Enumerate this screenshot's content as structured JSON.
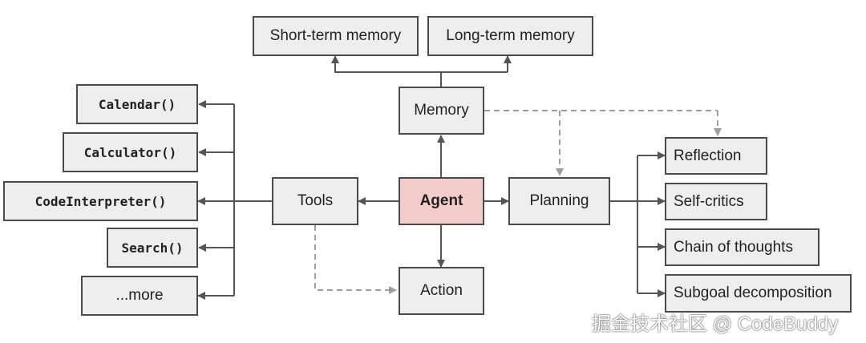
{
  "nodes": {
    "short_term_memory": "Short-term memory",
    "long_term_memory": "Long-term memory",
    "memory": "Memory",
    "agent": "Agent",
    "tools": "Tools",
    "planning": "Planning",
    "action": "Action",
    "calendar": "Calendar()",
    "calculator": "Calculator()",
    "code_interpreter": "CodeInterpreter()",
    "search": "Search()",
    "more": "...more",
    "reflection": "Reflection",
    "self_critics": "Self-critics",
    "chain_of_thoughts": "Chain of thoughts",
    "subgoal_decomposition": "Subgoal decomposition"
  },
  "colors": {
    "box_fill": "#eeeeee",
    "agent_fill": "#f4cccc",
    "line": "#555555",
    "dashed_line": "#9e9e9e"
  },
  "watermark": "掘金技术社区 @ CodeBuddy"
}
